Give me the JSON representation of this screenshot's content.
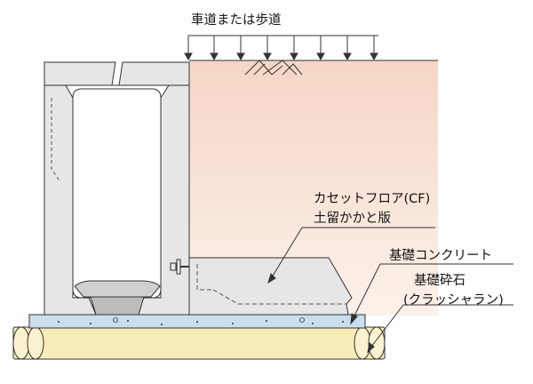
{
  "labels": {
    "load": "車道または歩道",
    "cf_line1": "カセットフロア(CF)",
    "cf_line2": "土留かかと版",
    "foundation_concrete": "基礎コンクリート",
    "crushed_stone_line1": "基礎砕石",
    "crushed_stone_line2": "(クラッシャラン)"
  },
  "colors": {
    "soil": "#f7ddd0",
    "soil_light": "#fbefe8",
    "concrete": "#e6e6e6",
    "foundation": "#c9dff0",
    "gravel": "#f8ecb8",
    "line": "#333333"
  }
}
